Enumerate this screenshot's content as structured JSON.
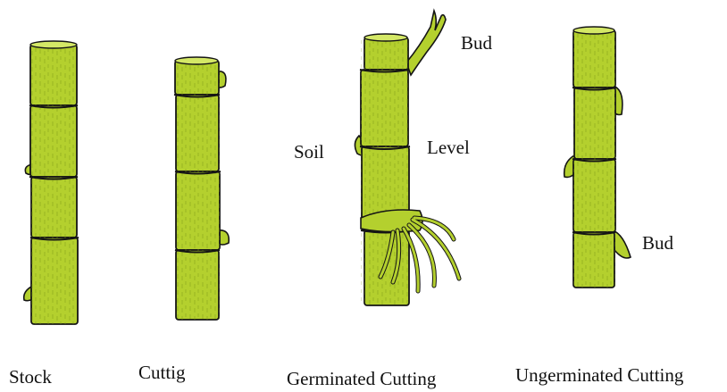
{
  "colors": {
    "stem": "#b4d02e",
    "stem_light": "#d4e866",
    "stem_dark": "#7e9a12",
    "outline": "#151515",
    "background": "#ffffff"
  },
  "labels": {
    "bud_top": "Bud",
    "soil": "Soil",
    "level": "Level",
    "bud_right": "Bud"
  },
  "captions": {
    "stock": "Stock",
    "cutting": "Cuttig",
    "germinated": "Germinated Cutting",
    "ungerminated": "Ungerminated Cutting"
  }
}
